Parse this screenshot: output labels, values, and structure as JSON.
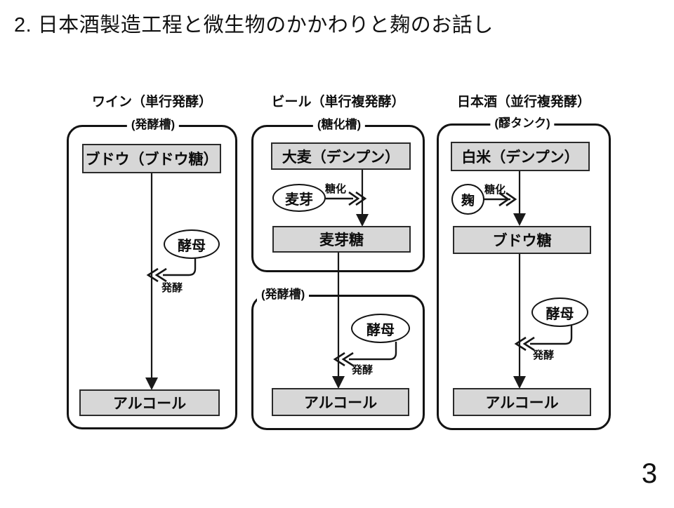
{
  "slide": {
    "title": "2. 日本酒製造工程と微生物のかかわりと麹のお話し",
    "page_number": "3"
  },
  "wine": {
    "header": "ワイン（単行発酵）",
    "tank_label": "(発酵槽)",
    "source_box": "ブドウ（ブドウ糖）",
    "yeast_label": "酵母",
    "ferment_label": "発酵",
    "alcohol_box": "アルコール"
  },
  "beer": {
    "header": "ビール（単行複発酵）",
    "sacchar_tank_label": "(糖化槽)",
    "source_box": "大麦（デンプン）",
    "malt_label": "麦芽",
    "sacchar_label": "糖化",
    "maltose_box": "麦芽糖",
    "ferment_tank_label": "(発酵槽)",
    "yeast_label": "酵母",
    "ferment_label": "発酵",
    "alcohol_box": "アルコール"
  },
  "sake": {
    "header": "日本酒（並行複発酵）",
    "tank_label": "(醪タンク)",
    "source_box": "白米（デンプン）",
    "koji_label": "麹",
    "sacchar_label": "糖化",
    "glucose_box": "ブドウ糖",
    "yeast_label": "酵母",
    "ferment_label": "発酵",
    "alcohol_box": "アルコール"
  },
  "colors": {
    "box_fill": "#d7d7d7",
    "line": "#161616",
    "background": "#ffffff"
  }
}
